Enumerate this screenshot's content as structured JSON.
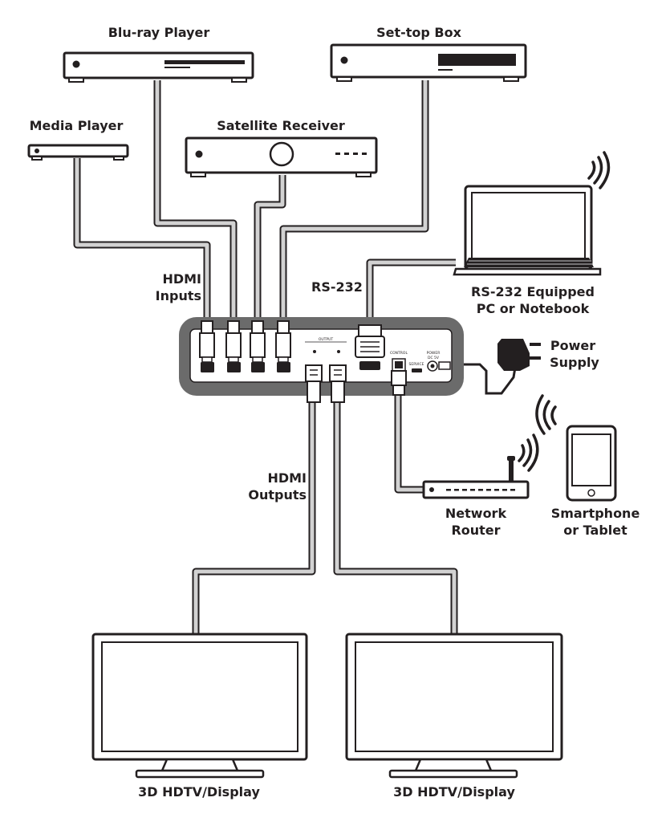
{
  "labels": {
    "bluray": "Blu-ray Player",
    "settop": "Set-top Box",
    "media": "Media Player",
    "satellite": "Satellite Receiver",
    "hdmi_inputs_1": "HDMI",
    "hdmi_inputs_2": "Inputs",
    "rs232": "RS-232",
    "pc_1": "RS-232 Equipped",
    "pc_2": "PC or Notebook",
    "power_1": "Power",
    "power_2": "Supply",
    "hdmi_outputs_1": "HDMI",
    "hdmi_outputs_2": "Outputs",
    "router_1": "Network",
    "router_2": "Router",
    "phone_1": "Smartphone",
    "phone_2": "or Tablet",
    "display_left": "3D HDTV/Display",
    "display_right": "3D HDTV/Display"
  },
  "panel": {
    "output": "OUTPUT",
    "control": "CONTROL",
    "power": "POWER",
    "power_v": "DC 5V",
    "service": "SERVICE"
  },
  "colors": {
    "ink": "#231f20",
    "panel": "#6b6b6b",
    "cable_core": "#d2d2d2"
  }
}
